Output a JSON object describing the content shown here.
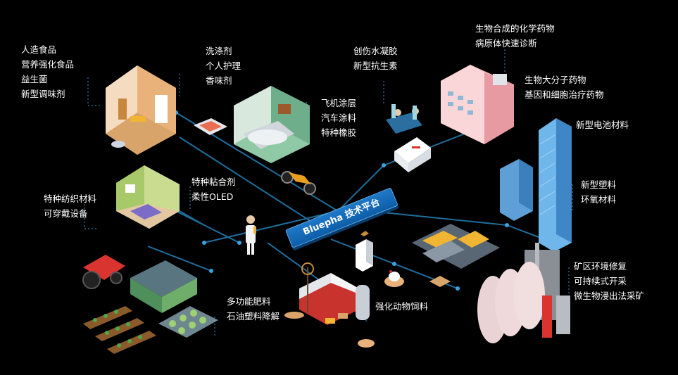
{
  "colors": {
    "background": "#000000",
    "connector": "#1e6e9c",
    "hub": "#1a6fbf",
    "text": "#ffffff"
  },
  "hub": {
    "label": "Bluepha 技术平台"
  },
  "nodes": {
    "food": {
      "lines": [
        "人造食品",
        "营养强化食品",
        "益生菌",
        "新型调味剂"
      ]
    },
    "personal_care": {
      "lines": [
        "洗涤剂",
        "个人护理",
        "香味剂"
      ]
    },
    "coatings": {
      "lines": [
        "飞机涂层",
        "汽车涂料",
        "特种橡胶"
      ]
    },
    "wound": {
      "lines": [
        "创伤水凝胶",
        "新型抗生素"
      ]
    },
    "chem_drugs": {
      "lines": [
        "生物合成的化学药物",
        "病原体快速诊断"
      ]
    },
    "bio_drugs": {
      "lines": [
        "生物大分子药物",
        "基因和细胞治疗药物"
      ]
    },
    "battery": {
      "lines": [
        "新型电池材料"
      ]
    },
    "plastics": {
      "lines": [
        "新型塑料",
        "环氧材料"
      ]
    },
    "mining": {
      "lines": [
        "矿区环境修复",
        "可持续式开采",
        "微生物浸出法采矿"
      ]
    },
    "adhesive": {
      "lines": [
        "特种粘合剂",
        "柔性OLED"
      ]
    },
    "textile": {
      "lines": [
        "特种纺织材料",
        "可穿戴设备"
      ]
    },
    "fertilizer": {
      "lines": [
        "多功能肥料",
        "石油塑料降解"
      ]
    },
    "feed": {
      "lines": [
        "强化动物饲料"
      ]
    }
  }
}
